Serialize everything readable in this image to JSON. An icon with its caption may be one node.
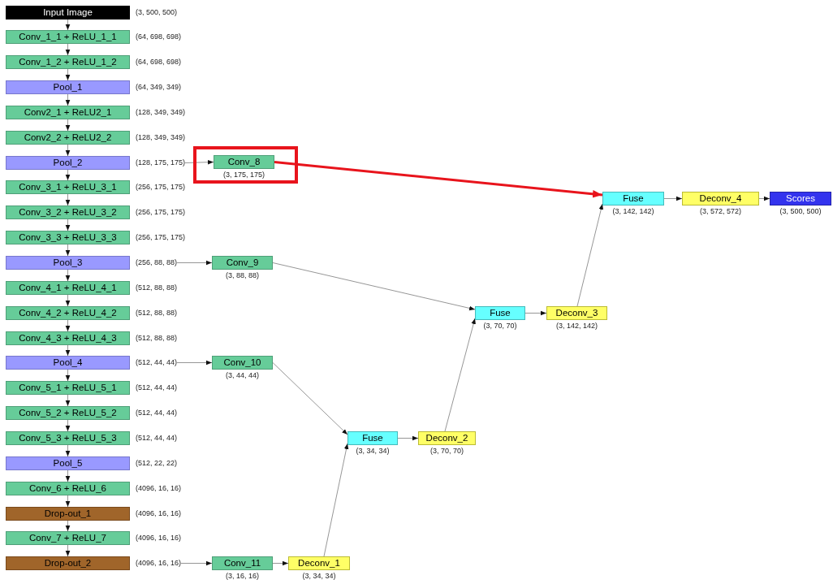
{
  "diagram": {
    "nodes": [
      {
        "text": [
          "Input Image"
        ],
        "beside": [
          "(3, 500, 500)"
        ]
      },
      {
        "text": [
          "Conv_1_1 + ReLU_1_1"
        ],
        "beside": [
          "(64, 698, 698)"
        ]
      },
      {
        "text": [
          "Conv_1_2 + ReLU_1_2"
        ],
        "beside": [
          "(64, 698, 698)"
        ]
      },
      {
        "text": [
          "Pool_1"
        ],
        "beside": [
          "(64, 349, 349)"
        ]
      },
      {
        "text": [
          "Conv2_1 + ReLU2_1"
        ],
        "beside": [
          "(128, 349, 349)"
        ]
      },
      {
        "text": [
          "Conv2_2 + ReLU2_2"
        ],
        "beside": [
          "(128, 349, 349)"
        ]
      },
      {
        "text": [
          "Pool_2"
        ],
        "beside": [
          "(128, 175, 175)"
        ]
      },
      {
        "text": [
          "Conv_3_1 + ReLU_3_1"
        ],
        "beside": [
          "(256, 175, 175)"
        ]
      },
      {
        "text": [
          "Conv_3_2 + ReLU_3_2"
        ],
        "beside": [
          "(256, 175, 175)"
        ]
      },
      {
        "text": [
          "Conv_3_3 + ReLU_3_3"
        ],
        "beside": [
          "(256, 175, 175)"
        ]
      },
      {
        "text": [
          "Pool_3"
        ],
        "beside": [
          "(256, 88, 88)"
        ]
      },
      {
        "text": [
          "Conv_4_1 + ReLU_4_1"
        ],
        "beside": [
          "(512, 88, 88)"
        ]
      },
      {
        "text": [
          "Conv_4_2 + ReLU_4_2"
        ],
        "beside": [
          "(512, 88, 88)"
        ]
      },
      {
        "text": [
          "Conv_4_3 + ReLU_4_3"
        ],
        "beside": [
          "(512, 88, 88)"
        ]
      },
      {
        "text": [
          "Pool_4"
        ],
        "beside": [
          "(512, 44, 44)"
        ]
      },
      {
        "text": [
          "Conv_5_1 + ReLU_5_1"
        ],
        "beside": [
          "(512, 44, 44)"
        ]
      },
      {
        "text": [
          "Conv_5_2 + ReLU_5_2"
        ],
        "beside": [
          "(512, 44, 44)"
        ]
      },
      {
        "text": [
          "Conv_5_3 + ReLU_5_3"
        ],
        "beside": [
          "(512, 44, 44)"
        ]
      },
      {
        "text": [
          "Pool_5"
        ],
        "beside": [
          "(512, 22, 22)"
        ]
      },
      {
        "text": [
          "Conv_6 + ReLU_6"
        ],
        "beside": [
          "(4096, 16, 16)"
        ]
      },
      {
        "text": [
          "Drop-out_1"
        ],
        "beside": [
          "(4096, 16, 16)"
        ]
      },
      {
        "text": [
          "Conv_7 + ReLU_7"
        ],
        "beside": [
          "(4096, 16, 16)"
        ]
      },
      {
        "text": [
          "Drop-out_2"
        ],
        "beside": [
          "(4096, 16, 16)"
        ]
      },
      {
        "text": [],
        "shape": "box"
      },
      {
        "text": [
          "Conv_8"
        ],
        "beside": [
          "(3, 175, 175)"
        ],
        "in": 23
      },
      {
        "text": [
          "Conv_9"
        ],
        "beside": [
          "(3, 88, 88)"
        ]
      },
      {
        "text": [
          "Conv_10"
        ],
        "beside": [
          "(3, 44, 44)"
        ]
      },
      {
        "text": [
          "Conv_11"
        ],
        "beside": [
          "(3, 16, 16)"
        ]
      },
      {
        "text": [
          "Deconv_1"
        ],
        "beside": [
          "(3, 34, 34)"
        ]
      },
      {
        "text": [
          "Fuse"
        ],
        "beside": [
          "(3, 34, 34)"
        ]
      },
      {
        "text": [
          "Deconv_2"
        ],
        "beside": [
          "(3, 70, 70)"
        ]
      },
      {
        "text": [
          "Fuse"
        ],
        "beside": [
          "(3, 70, 70)"
        ]
      },
      {
        "text": [
          "Deconv_3"
        ],
        "beside": [
          "(3, 142, 142)"
        ]
      },
      {
        "text": [
          "Fuse"
        ],
        "beside": [
          "(3, 142, 142)"
        ]
      },
      {
        "text": [
          "Deconv_4"
        ],
        "beside": [
          "(3, 572, 572)"
        ]
      },
      {
        "text": [
          "Scores"
        ],
        "beside": [
          "(3, 500, 500)"
        ]
      }
    ],
    "edges": [
      {
        "from": 0,
        "to": 1,
        "arrow": "to"
      },
      {
        "from": 1,
        "to": 2,
        "arrow": "to"
      },
      {
        "from": 2,
        "to": 3,
        "arrow": "to"
      },
      {
        "from": 3,
        "to": 4,
        "arrow": "to"
      },
      {
        "from": 4,
        "to": 5,
        "arrow": "to"
      },
      {
        "from": 5,
        "to": 6,
        "arrow": "to"
      },
      {
        "from": 6,
        "to": 7,
        "arrow": "to"
      },
      {
        "from": 7,
        "to": 8,
        "arrow": "to"
      },
      {
        "from": 8,
        "to": 9,
        "arrow": "to"
      },
      {
        "from": 9,
        "to": 10,
        "arrow": "to"
      },
      {
        "from": 10,
        "to": 11,
        "arrow": "to"
      },
      {
        "from": 11,
        "to": 12,
        "arrow": "to"
      },
      {
        "from": 12,
        "to": 13,
        "arrow": "to"
      },
      {
        "from": 13,
        "to": 14,
        "arrow": "to"
      },
      {
        "from": 14,
        "to": 15,
        "arrow": "to"
      },
      {
        "from": 15,
        "to": 16,
        "arrow": "to"
      },
      {
        "from": 16,
        "to": 17,
        "arrow": "to"
      },
      {
        "from": 17,
        "to": 18,
        "arrow": "to"
      },
      {
        "from": 18,
        "to": 19,
        "arrow": "to"
      },
      {
        "from": 19,
        "to": 20,
        "arrow": "to"
      },
      {
        "from": 20,
        "to": 21,
        "arrow": "to"
      },
      {
        "from": 21,
        "to": 22,
        "arrow": "to"
      },
      {
        "from": 6,
        "to": 24,
        "arrow": "to"
      },
      {
        "from": 10,
        "to": 25,
        "arrow": "to"
      },
      {
        "from": 14,
        "to": 26,
        "arrow": "to"
      },
      {
        "from": 22,
        "to": 27,
        "arrow": "to"
      },
      {
        "from": 27,
        "to": 28,
        "arrow": "to"
      },
      {
        "from": 26,
        "to": 29,
        "arrow": "to"
      },
      {
        "from": 28,
        "to": 29,
        "arrow": "to"
      },
      {
        "from": 29,
        "to": 30,
        "arrow": "to"
      },
      {
        "from": 25,
        "to": 31,
        "arrow": "to"
      },
      {
        "from": 30,
        "to": 31,
        "arrow": "to"
      },
      {
        "from": 31,
        "to": 32,
        "arrow": "to"
      },
      {
        "from": 24,
        "to": 33,
        "arrow": "to",
        "style": "thick",
        "color": "#e8141c"
      },
      {
        "from": 32,
        "to": 33,
        "arrow": "to"
      },
      {
        "from": 33,
        "to": 34,
        "arrow": "to"
      },
      {
        "from": 34,
        "to": 35,
        "arrow": "to"
      }
    ]
  }
}
